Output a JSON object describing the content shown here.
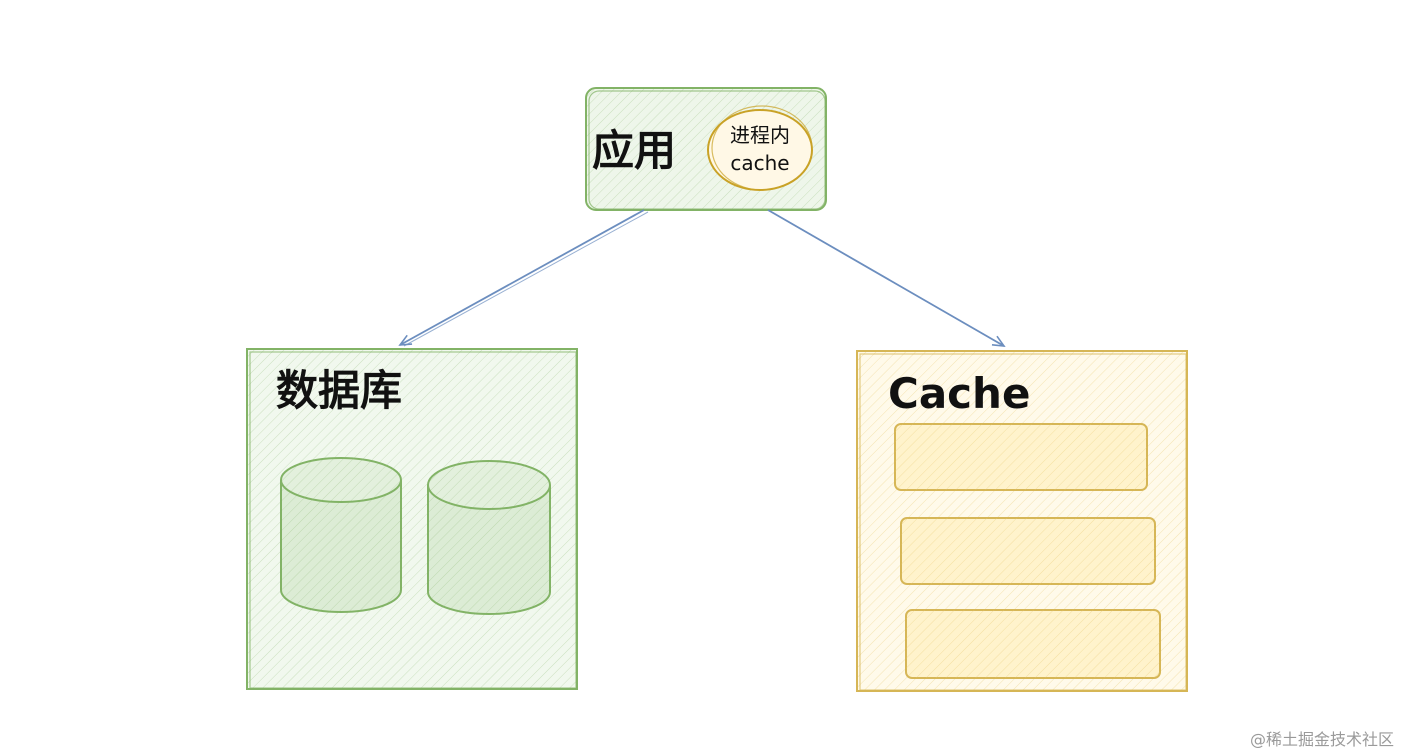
{
  "colors": {
    "green_stroke": "#82b366",
    "green_fill": "#d5e8d4",
    "yellow_stroke": "#d6b656",
    "yellow_fill": "#fff2cc",
    "arrow": "#6c8ebf",
    "oval_stroke": "#c9a227"
  },
  "app": {
    "label": "应用",
    "inner_cache_line1": "进程内",
    "inner_cache_line2": "cache"
  },
  "database": {
    "label": "数据库",
    "cylinders": 2
  },
  "cache": {
    "label": "Cache",
    "slots": 3
  },
  "watermark": "@稀土掘金技术社区"
}
